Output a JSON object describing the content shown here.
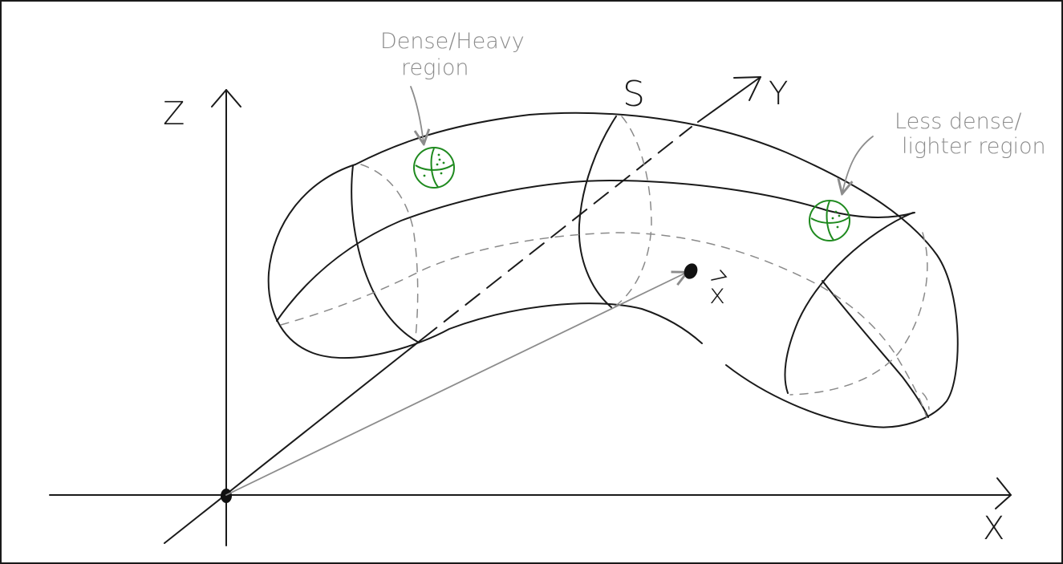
{
  "labels": {
    "axis_z": "Z",
    "axis_y": "Y",
    "axis_x": "X",
    "surface": "S",
    "position_vector": "x"
  },
  "annotations": {
    "dense_line1": "Dense/Heavy",
    "dense_line2": "region",
    "light_line1": "Less dense/",
    "light_line2": "lighter region"
  },
  "colors": {
    "ink": "#1a1a1a",
    "annotation": "#8c8c8c",
    "mass_element": "#1f8a1f"
  }
}
